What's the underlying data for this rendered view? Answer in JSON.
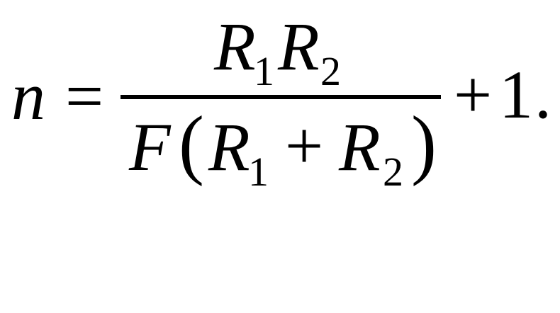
{
  "equation": {
    "lhs": "n",
    "equals": "=",
    "numerator": {
      "r1": "R",
      "r1_sub": "1",
      "r2": "R",
      "r2_sub": "2"
    },
    "denominator": {
      "f": "F",
      "open_paren": "(",
      "r1": "R",
      "r1_sub": "1",
      "plus": "+",
      "r2": "R",
      "r2_sub": "2",
      "close_paren": ")"
    },
    "suffix": {
      "plus": "+",
      "one": "1",
      "period": "."
    }
  }
}
